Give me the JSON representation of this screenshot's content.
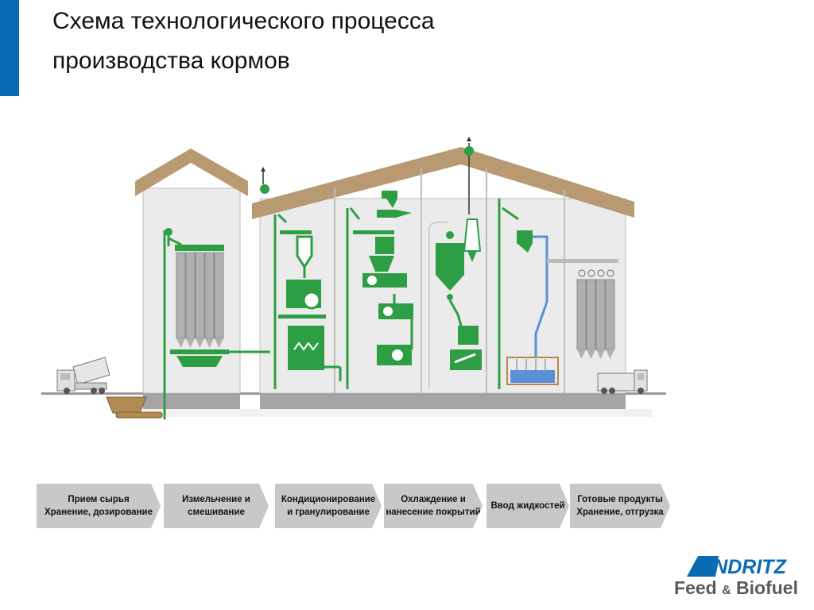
{
  "title": {
    "line1": "Схема технологического процесса",
    "line2": "производства кормов"
  },
  "steps": [
    {
      "line1": "Прием сырья",
      "line2": "Хранение, дозирование"
    },
    {
      "line1": "Измельчение и",
      "line2": "смешивание"
    },
    {
      "line1": "Кондиционирование",
      "line2": "и гранулирование"
    },
    {
      "line1": "Охлаждение и",
      "line2": "нанесение покрытий"
    },
    {
      "line1": "Ввод жидкостей",
      "line2": ""
    },
    {
      "line1": "Готовые продукты",
      "line2": "Хранение, отгрузка"
    }
  ],
  "logo": {
    "brand": "ANDRITZ",
    "sub_a": "Feed",
    "amp": "&",
    "sub_b": "Biofuel"
  },
  "colors": {
    "accent": "#0a6bb3",
    "roof": "#b79a72",
    "wall": "#ebebeb",
    "equipment": "#2e9e45",
    "liquid_line": "#5b8fd6",
    "step_fill": "#c8c8c8",
    "logo_blue": "#0a6bb3",
    "logo_gray": "#5a5a5a"
  }
}
